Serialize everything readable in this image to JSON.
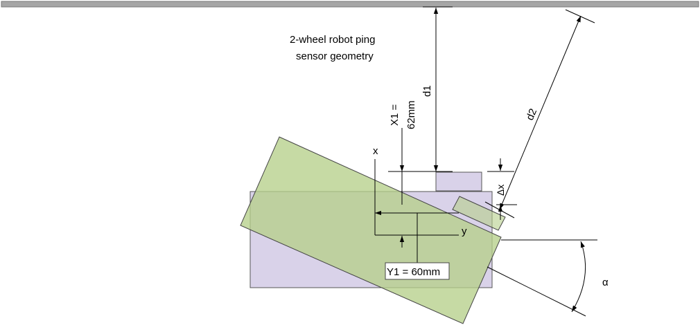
{
  "diagram": {
    "title_line1": "2-wheel robot ping",
    "title_line2": "sensor geometry",
    "labels": {
      "d1": "d1",
      "d2": "d2",
      "x1_line1": "X1 =",
      "x1_line2": "62mm",
      "y1": "Y1 = 60mm",
      "axis_x": "x",
      "axis_y": "y",
      "delta_x": "Δx",
      "alpha": "α"
    },
    "colors": {
      "wall": "#a6a6a6",
      "robot_body": "#d9d2e9",
      "robot_rotated": "#b6cf8a",
      "line": "#000000",
      "box_border": "#444444"
    }
  }
}
